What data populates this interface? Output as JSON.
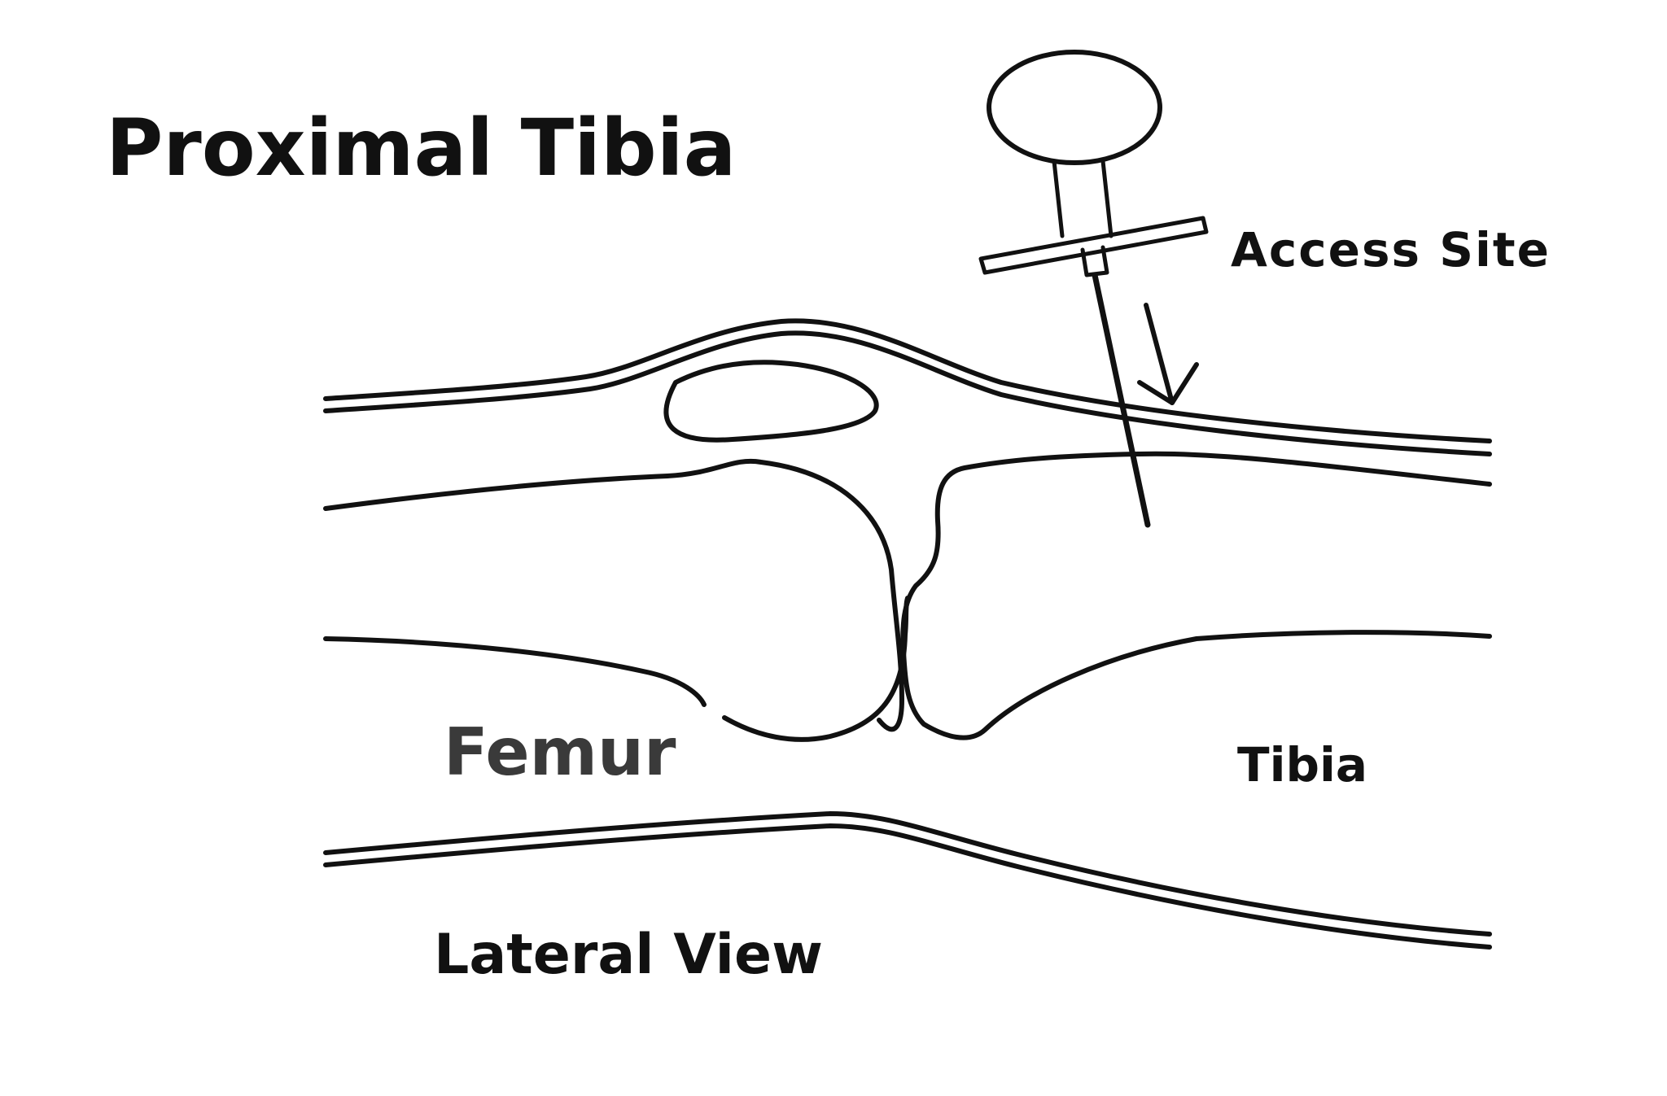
{
  "title": "Proximal Tibia",
  "labels": {
    "access_site": "Access Site",
    "femur": "Femur",
    "tibia": "Tibia",
    "view": "Lateral View"
  },
  "colors": {
    "ink": "#111111",
    "femur_label": "#3a3a3a",
    "background": "#ffffff"
  }
}
